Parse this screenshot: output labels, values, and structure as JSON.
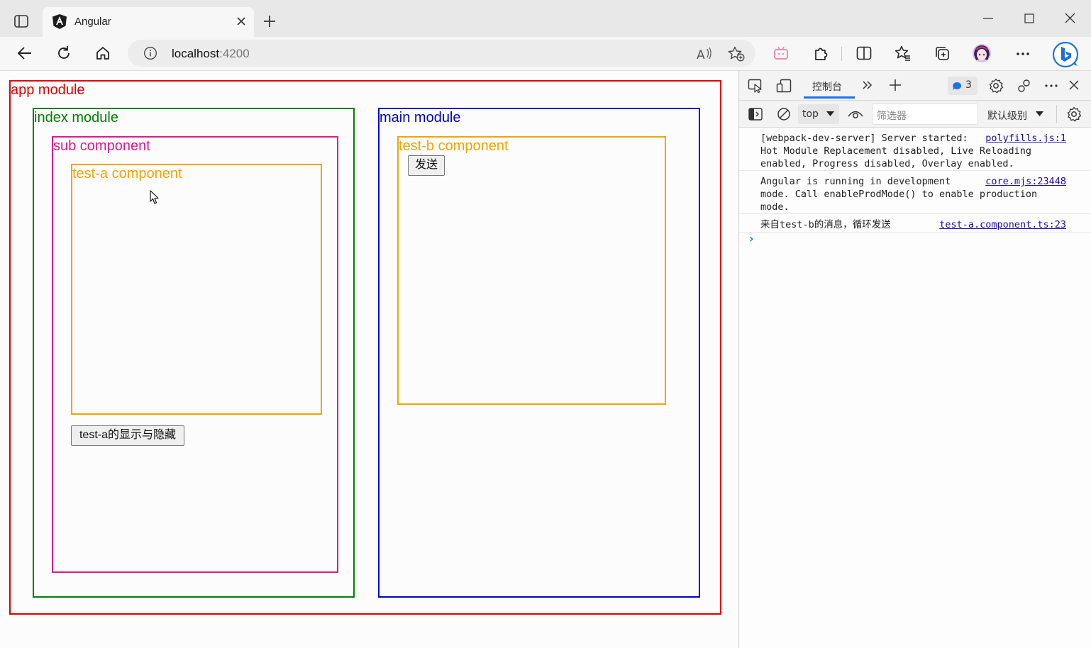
{
  "browser": {
    "tab": {
      "title": "Angular"
    },
    "address": {
      "host": "localhost",
      "port": ":4200"
    }
  },
  "page": {
    "app_module": {
      "label": "app module",
      "color": "#e00000"
    },
    "index_module": {
      "label": "index module",
      "color": "#008000"
    },
    "sub_component": {
      "label": "sub component",
      "color": "#e0198a"
    },
    "test_a_component": {
      "label": "test-a component",
      "color": "#f5a300"
    },
    "toggle_button": {
      "label": "test-a的显示与隐藏"
    },
    "main_module": {
      "label": "main module",
      "color": "#0000c8"
    },
    "test_b_component": {
      "label": "test-b component",
      "color": "#f5a300"
    },
    "send_button": {
      "label": "发送"
    }
  },
  "devtools": {
    "console_tab": "控制台",
    "issues_count": "3",
    "context": "top",
    "filter_placeholder": "筛选器",
    "level": "默认级别",
    "messages": [
      {
        "text": "[webpack-dev-server] Server started:\nHot Module Replacement disabled, Live Reloading\nenabled, Progress disabled, Overlay enabled.",
        "source": "polyfills.js:1"
      },
      {
        "text": "Angular is running in development\nmode. Call enableProdMode() to enable production\nmode.",
        "source": "core.mjs:23448"
      },
      {
        "text": "来自test-b的消息，循环发送",
        "source": "test-a.component.ts:23"
      }
    ],
    "prompt": "›"
  }
}
